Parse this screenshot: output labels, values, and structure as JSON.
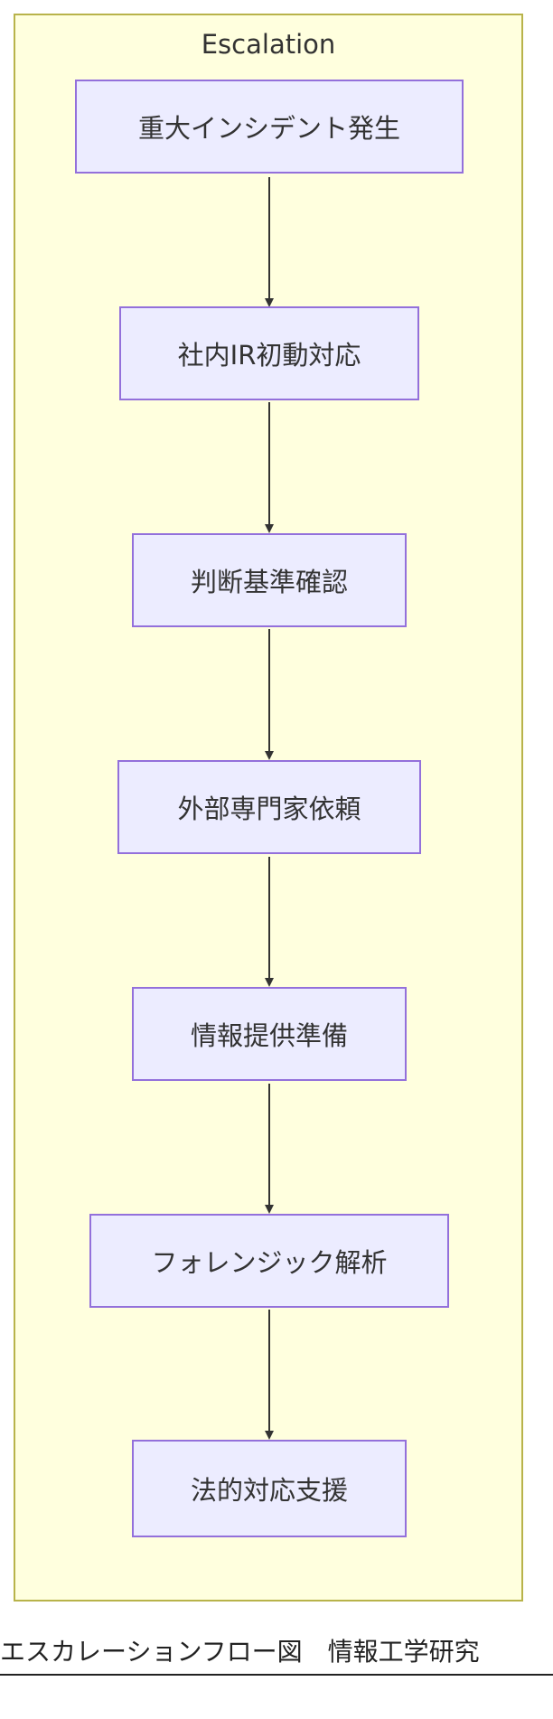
{
  "diagram": {
    "cluster": {
      "title": "Escalation"
    },
    "nodes": [
      {
        "id": "n1",
        "label": "重大インシデント発生"
      },
      {
        "id": "n2",
        "label": "社内IR初動対応"
      },
      {
        "id": "n3",
        "label": "判断基準確認"
      },
      {
        "id": "n4",
        "label": "外部専門家依頼"
      },
      {
        "id": "n5",
        "label": "情報提供準備"
      },
      {
        "id": "n6",
        "label": "フォレンジック解析"
      },
      {
        "id": "n7",
        "label": "法的対応支援"
      }
    ],
    "edges": [
      {
        "from": "n1",
        "to": "n2"
      },
      {
        "from": "n2",
        "to": "n3"
      },
      {
        "from": "n3",
        "to": "n4"
      },
      {
        "from": "n4",
        "to": "n5"
      },
      {
        "from": "n5",
        "to": "n6"
      },
      {
        "from": "n6",
        "to": "n7"
      }
    ],
    "colors": {
      "cluster_fill": "#ffffde",
      "cluster_stroke": "#b8b34a",
      "node_fill": "#ececff",
      "node_stroke": "#9370db",
      "edge": "#333333",
      "text": "#333333"
    }
  },
  "caption": {
    "text": "エスカレーションフロー図　情報工学研究"
  }
}
